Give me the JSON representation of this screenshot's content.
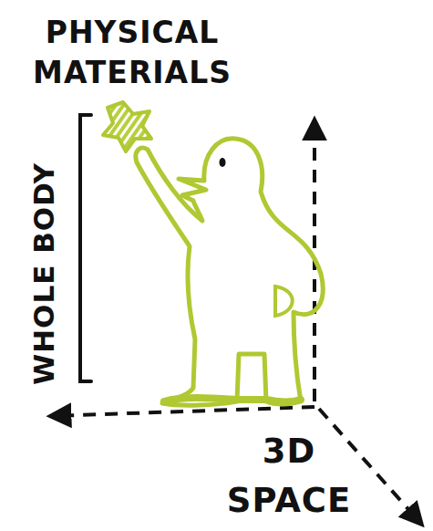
{
  "diagram": {
    "labels": [
      "PHYSICAL MATERIALS",
      "WHOLE BODY",
      "3D SPACE"
    ]
  }
}
